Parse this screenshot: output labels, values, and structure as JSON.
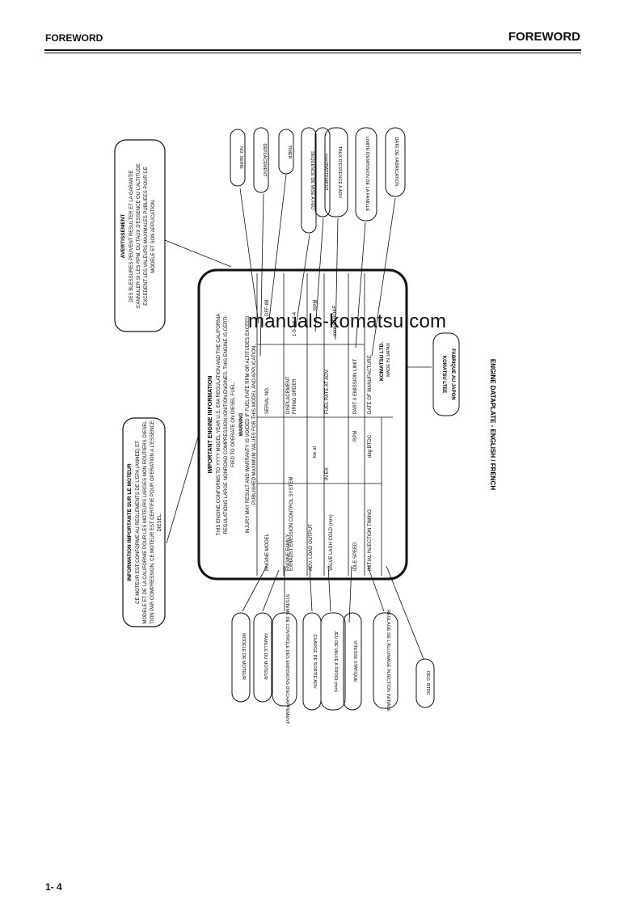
{
  "header": {
    "left": "FOREWORD",
    "right": "FOREWORD"
  },
  "footer": {
    "page": "1- 4"
  },
  "watermark": "manuals-komatsu.com",
  "caption": "ENGINE DATAPLATE - ENGLISH / FRENCH",
  "plate": {
    "title": "IMPORTANT ENGINE INFORMATION",
    "intro": [
      "THIS ENGINE CONFORMS TO YYYY MODEL YEAR U.S. EPA REGULATION AND THE CALIFORNIA",
      "REGULATIONS LARGE NONROAD COMPRESSION IGNITION ENGINES. THIS ENGINE IS CERTI-",
      "FIED TO OPERATE ON DIESEL FUEL."
    ],
    "warning_title": "WARNING",
    "warning": [
      "INJURY MAY RESULT AND WARRANTY IS VOIDED IF FUEL RATE RPM OR ALTITUDES EXCEED",
      "PUBLISHED MAXIMUM VALUES FOR THIS MODEL AND APPLICATION."
    ],
    "rows": [
      {
        "label": "ENGINE MODEL",
        "field2": "SERIAL NO.",
        "value": "DFF-88"
      },
      {
        "label": "ENGINE FAMILY",
        "field2": "DISPLACEMENT",
        "value": ""
      },
      {
        "label": "EXHAUST EMISSION CONTROL SYSTEM",
        "field2": "FIRING ORDER",
        "value": "1-5-3-6-2-4"
      },
      {
        "label": "ADV. LOAD OUTPUT",
        "mid": "kw at",
        "unit": "RPM",
        "field2": "",
        "value": "RPM"
      },
      {
        "label": "VALVE LASH COLD (mm)",
        "mid": "IN  EX",
        "field2": "FUEL RATE AT ADV.",
        "value": "mm³/STROKE"
      },
      {
        "label": "IDLE SPEED",
        "mid": "RPM",
        "field2": "PART II EMISSION LIMIT",
        "value": ""
      },
      {
        "label": "INITIAL INJECTION TIMING",
        "mid": "deg BTDC",
        "field2": "DATE OF MANUFACTURE",
        "value": ""
      }
    ],
    "maker": "KOMATSU LTD.",
    "made_in": "MADE IN JAPAN"
  },
  "callouts_french": {
    "info_title": "INFORMATION IMPORTANTE SUR LE MOTEUR",
    "info_body": [
      "CE MOTEUR EST CONFORME AU REGLEMENTS DE L'EPA (ANNEE) ET",
      "MODELE ET DE LA CALIFORNIE POUR LES MOTEURS LARGES NON ROUTIERS DIESEL",
      "TION PAR COMPRESSION. CE MOTEUR EST CERTIFIE POUR OPERATION A L'ESSENCE",
      "DIESEL."
    ],
    "warning_title": "AVERTISSEMENT",
    "warning_body": [
      "DES BLESSURES PEUVENT RESULTER ET LA GARANTIE",
      "S'ANNULER SI LES RPM, DU TAUX D'ESSENCE OU L'ALTITUDE",
      "EXCEDENT LES VALEURS MAXIMALES PUBLIEES POUR CE",
      "MODELE ET SON APPLICATION."
    ],
    "top": [
      "NO. SERIE",
      "DEPLACEMENT",
      "TIMER",
      "SEQUENCE DE MISE A FEU",
      "mm³/BATTEMENT",
      "TAUX D'ESSENCE A ADV",
      "LIMITE D'EMISSION DE LA FAMILLE",
      "DATE DE FABRICATION"
    ],
    "bottom": [
      "MODELE DE MOTEUR",
      "FAMILLE DU MOTEUR",
      "SYSTEME DE CONTROLE DES EMISSIONS D'ECHAPPEMENT",
      "CHARGE DE SORTIE ADV",
      "JEU DE VALVE A FROID (mm)",
      "VITESSE STATIQUE",
      "REGLAGE DE L'ALLUMAGE INJECTION INITIALE",
      "DEG. BTDC"
    ],
    "maker": "KOMATSU LTEE",
    "made_in": "FABRIQUE AU JAPON"
  }
}
